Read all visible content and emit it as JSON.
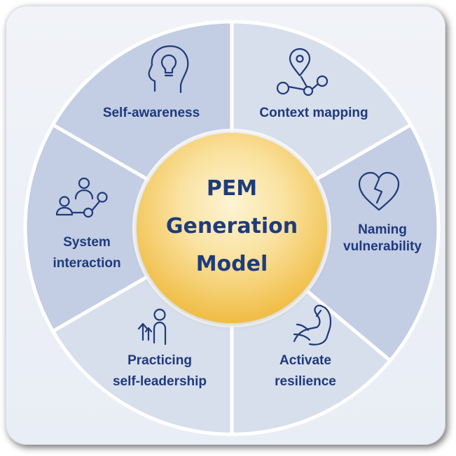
{
  "center": {
    "line1": "PEM",
    "line2": "Generation",
    "line3": "Model"
  },
  "segments": [
    {
      "line1": "Self-awareness",
      "line2": "",
      "icon": "head-lightbulb-icon"
    },
    {
      "line1": "Context mapping",
      "line2": "",
      "icon": "location-network-icon"
    },
    {
      "line1": "Naming",
      "line2": "vulnerability",
      "icon": "broken-heart-icon"
    },
    {
      "line1": "Activate",
      "line2": "resilience",
      "icon": "flexed-arm-icon"
    },
    {
      "line1": "Practicing",
      "line2": "self-leadership",
      "icon": "person-growth-icon"
    },
    {
      "line1": "System",
      "line2": "interaction",
      "icon": "people-network-icon"
    }
  ],
  "colors": {
    "segment_dark": "#c3cde3",
    "segment_light": "#d7deec",
    "center_top": "#fcf0c4",
    "center_bottom": "#f2c24e",
    "text": "#1e3a7e"
  }
}
